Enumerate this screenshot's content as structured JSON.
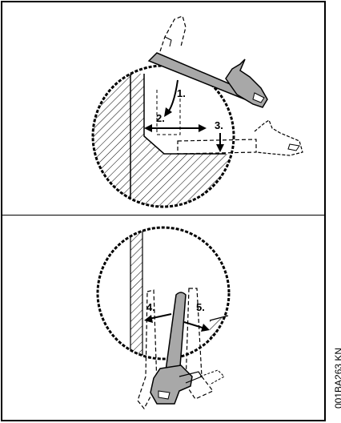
{
  "figure": {
    "code": "001BA263 KN",
    "steps": [
      "1.",
      "2.",
      "3.",
      "4.",
      "5."
    ],
    "colors": {
      "line": "#000000",
      "saw_fill": "#a8a8a8",
      "background": "#ffffff"
    }
  }
}
